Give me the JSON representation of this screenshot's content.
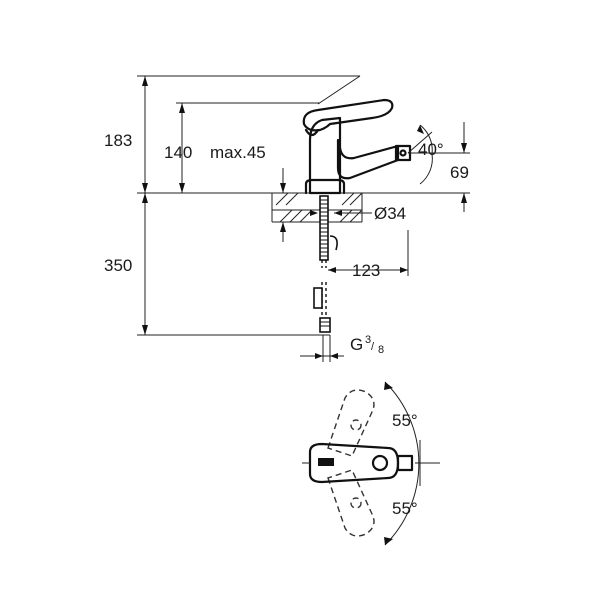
{
  "side_view": {
    "dim_total_height": "183",
    "dim_spout_height": "140",
    "dim_max_deck": "max.45",
    "dim_spout_angle": "40°",
    "dim_spout_outlet_height": "69",
    "dim_diameter": "Ø34",
    "dim_spout_reach": "123",
    "dim_hose_length": "350",
    "dim_connection": "G",
    "dim_connection_num": "3",
    "dim_connection_den": "8"
  },
  "top_view": {
    "dim_rotation_upper": "55°",
    "dim_rotation_lower": "55°"
  }
}
